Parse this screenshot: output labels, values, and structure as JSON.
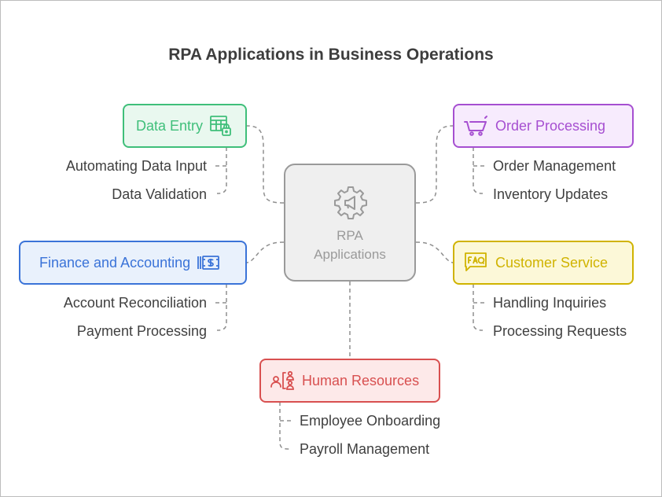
{
  "title": "RPA Applications in Business Operations",
  "center": {
    "line1": "RPA",
    "line2": "Applications",
    "icon": "gear-megaphone-icon"
  },
  "nodes": {
    "data_entry": {
      "label": "Data Entry",
      "icon": "spreadsheet-lock-icon",
      "color": "#3fbf7a",
      "items": [
        "Automating Data Input",
        "Data Validation"
      ]
    },
    "order_processing": {
      "label": "Order Processing",
      "icon": "shopping-cart-icon",
      "color": "#a64fd1",
      "items": [
        "Order Management",
        "Inventory Updates"
      ]
    },
    "finance": {
      "label": "Finance and Accounting",
      "icon": "money-bills-icon",
      "color": "#3a73d8",
      "items": [
        "Account Reconciliation",
        "Payment Processing"
      ]
    },
    "customer_service": {
      "label": "Customer Service",
      "icon": "faq-bubble-icon",
      "color": "#d0b300",
      "items": [
        "Handling Inquiries",
        "Processing Requests"
      ]
    },
    "human_resources": {
      "label": "Human Resources",
      "icon": "people-org-icon",
      "color": "#d85050",
      "items": [
        "Employee Onboarding",
        "Payroll Management"
      ]
    }
  }
}
